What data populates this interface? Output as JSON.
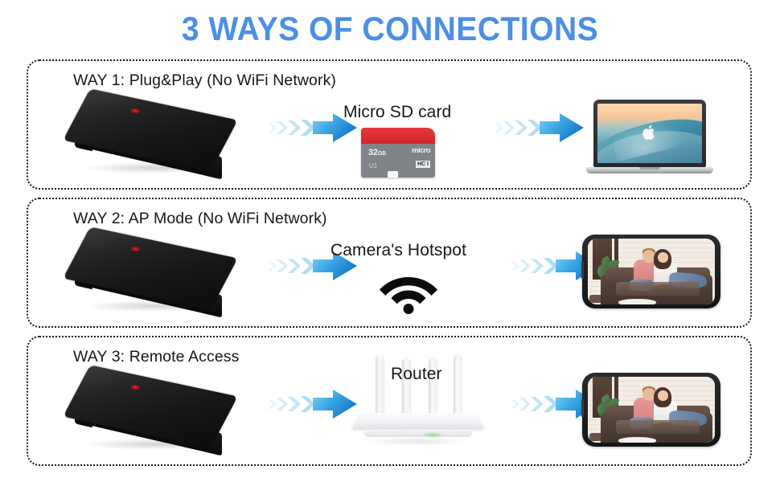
{
  "title": "3 WAYS OF CONNECTIONS",
  "colors": {
    "title_blue": "#4b8fe6",
    "arrow_start": "#6ec9ef",
    "arrow_end": "#1f86d8",
    "panel_border": "#1a1a1a",
    "text": "#171717",
    "sd_red": "#d8292c",
    "sd_gray": "#808387",
    "router_led_green": "#7ed88c",
    "camera_led_red": "#e0262a"
  },
  "ways": [
    {
      "id": "way-1",
      "label": "WAY 1: Plug&Play (No WiFi Network)",
      "source_device": "security-camera",
      "middle_label": "Micro SD card",
      "middle_device": "micro-sd-card",
      "sd_card": {
        "capacity": "32",
        "capacity_unit": "GB",
        "brand": "micro",
        "speed_class": "HC I"
      },
      "target_device": "laptop"
    },
    {
      "id": "way-2",
      "label": "WAY 2: AP Mode (No WiFi Network)",
      "source_device": "security-camera",
      "middle_label": "Camera's Hotspot",
      "middle_device": "wifi-signal",
      "target_device": "smartphone"
    },
    {
      "id": "way-3",
      "label": "WAY 3: Remote Access",
      "source_device": "security-camera",
      "middle_label": "Router",
      "middle_device": "wifi-router",
      "target_device": "smartphone"
    }
  ]
}
